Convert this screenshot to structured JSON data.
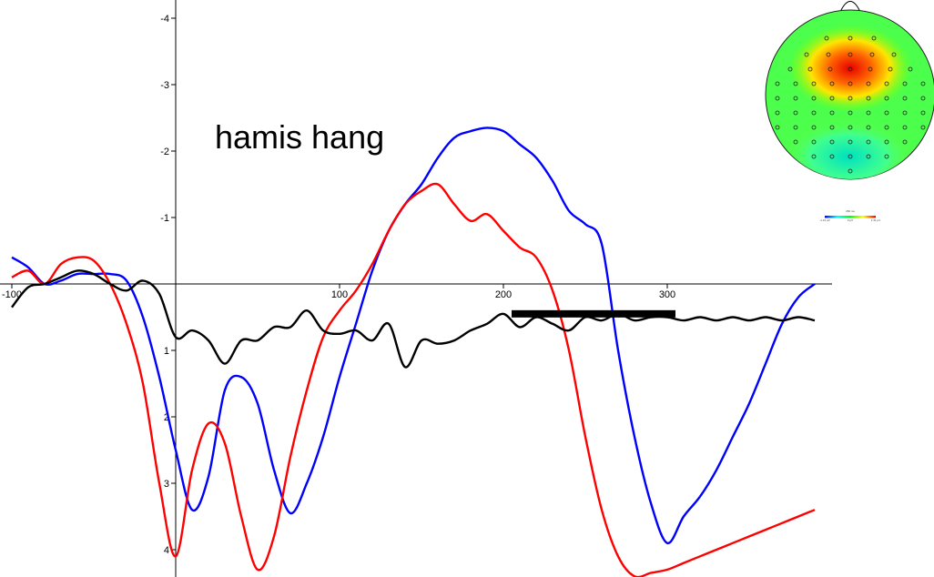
{
  "chart_data": {
    "type": "line",
    "annotation": "hamis hang",
    "x_ticks": [
      -100,
      100,
      200,
      300
    ],
    "y_ticks": [
      -4,
      -3,
      -2,
      -1,
      1,
      2,
      3,
      4
    ],
    "xlim": [
      -100,
      390
    ],
    "ylim": [
      -4.4,
      4.4
    ],
    "y_inverted": true,
    "grid": false,
    "significance_bar": {
      "x_start": 205,
      "x_end": 305,
      "y": 0.45
    },
    "series": [
      {
        "color": "#0000ff",
        "x": [
          -100,
          -90,
          -80,
          -70,
          -60,
          -50,
          -40,
          -30,
          -20,
          -10,
          0,
          10,
          20,
          30,
          40,
          50,
          60,
          70,
          80,
          90,
          100,
          110,
          120,
          130,
          140,
          150,
          160,
          170,
          180,
          190,
          200,
          210,
          220,
          230,
          240,
          250,
          260,
          270,
          280,
          290,
          300,
          310,
          320,
          330,
          340,
          350,
          360,
          370,
          380,
          390
        ],
        "y": [
          -0.4,
          -0.25,
          0.0,
          -0.05,
          -0.15,
          -0.15,
          -0.15,
          -0.05,
          0.5,
          1.4,
          2.5,
          3.4,
          2.9,
          1.6,
          1.4,
          1.8,
          2.8,
          3.45,
          3.0,
          2.3,
          1.4,
          0.6,
          -0.2,
          -0.8,
          -1.2,
          -1.5,
          -1.9,
          -2.2,
          -2.3,
          -2.35,
          -2.3,
          -2.1,
          -1.9,
          -1.55,
          -1.1,
          -0.9,
          -0.6,
          1.0,
          2.3,
          3.3,
          3.9,
          3.5,
          3.2,
          2.8,
          2.3,
          1.8,
          1.2,
          0.6,
          0.2,
          0.0
        ]
      },
      {
        "color": "#ff0000",
        "x": [
          -100,
          -90,
          -80,
          -70,
          -60,
          -50,
          -40,
          -30,
          -20,
          -10,
          0,
          10,
          20,
          30,
          40,
          50,
          60,
          70,
          80,
          90,
          100,
          110,
          120,
          130,
          140,
          150,
          160,
          170,
          180,
          190,
          200,
          210,
          220,
          230,
          240,
          250,
          260,
          270,
          280,
          290,
          300,
          310,
          320,
          330,
          340,
          350,
          360,
          370,
          380,
          390
        ],
        "y": [
          -0.1,
          -0.2,
          0.0,
          -0.3,
          -0.4,
          -0.35,
          0.0,
          0.6,
          1.5,
          3.0,
          4.1,
          2.8,
          2.1,
          2.4,
          3.5,
          4.3,
          3.8,
          2.6,
          1.6,
          0.8,
          0.4,
          0.1,
          -0.3,
          -0.8,
          -1.2,
          -1.4,
          -1.5,
          -1.2,
          -0.95,
          -1.05,
          -0.8,
          -0.55,
          -0.4,
          0.1,
          1.0,
          2.3,
          3.4,
          4.1,
          4.4,
          4.35,
          4.3,
          4.2,
          4.1,
          4.0,
          3.9,
          3.8,
          3.7,
          3.6,
          3.5,
          3.4
        ]
      },
      {
        "color": "#000000",
        "x": [
          -100,
          -90,
          -80,
          -70,
          -60,
          -50,
          -40,
          -30,
          -20,
          -10,
          0,
          10,
          20,
          30,
          40,
          50,
          60,
          70,
          80,
          90,
          100,
          110,
          120,
          130,
          140,
          150,
          160,
          170,
          180,
          190,
          200,
          210,
          220,
          230,
          240,
          250,
          260,
          270,
          280,
          290,
          300,
          310,
          320,
          330,
          340,
          350,
          360,
          370,
          380,
          390
        ],
        "y": [
          0.35,
          0.05,
          0.0,
          -0.1,
          -0.2,
          -0.15,
          0.0,
          0.1,
          -0.05,
          0.15,
          0.8,
          0.7,
          0.85,
          1.2,
          0.85,
          0.85,
          0.65,
          0.65,
          0.4,
          0.7,
          0.75,
          0.7,
          0.85,
          0.6,
          1.25,
          0.85,
          0.9,
          0.85,
          0.7,
          0.6,
          0.45,
          0.65,
          0.5,
          0.6,
          0.7,
          0.5,
          0.55,
          0.45,
          0.55,
          0.5,
          0.5,
          0.55,
          0.5,
          0.55,
          0.5,
          0.55,
          0.5,
          0.55,
          0.5,
          0.55
        ]
      }
    ],
    "inset": {
      "type": "topomap",
      "colorscale": [
        "#0000ff",
        "#00ffff",
        "#00ff00",
        "#ffff00",
        "#ff0000"
      ],
      "scale_labels": [
        "-1.31 µV",
        "0 µV",
        "1.31 µV"
      ],
      "time_label": "266 ms"
    }
  }
}
